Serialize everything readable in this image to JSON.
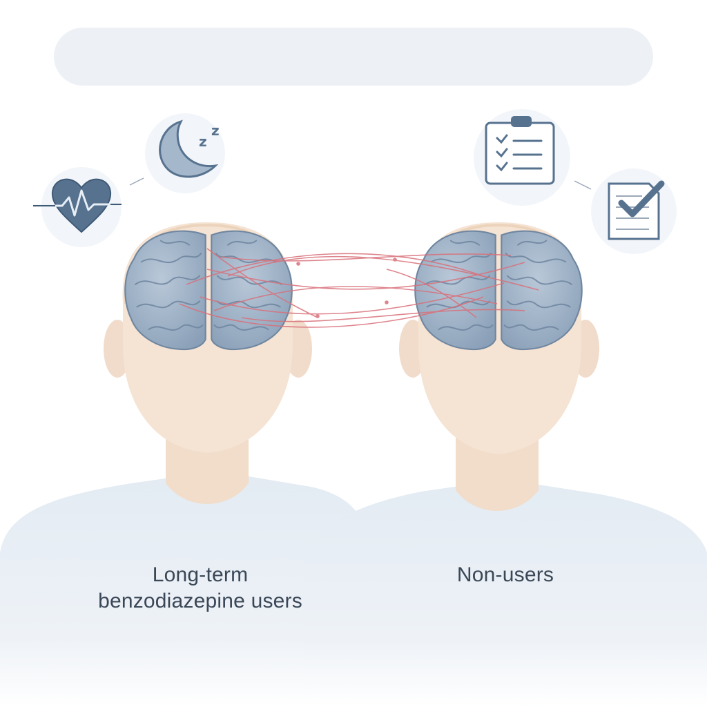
{
  "figure": {
    "title": "",
    "groups": [
      {
        "label_line1": "Long-term",
        "label_line2": "benzodiazepine users"
      },
      {
        "label": "Non-users"
      }
    ],
    "icons": {
      "left": [
        "heart-rate-icon",
        "sleep-moon-icon"
      ],
      "right": [
        "checklist-clipboard-icon",
        "checked-document-icon"
      ]
    },
    "colors": {
      "skin": "#f5e3d3",
      "shirt": "#e6edf4",
      "brain": "#9fb3c8",
      "brain_dark": "#6f86a0",
      "connection": "#d9707a",
      "icon": "#56728f",
      "title_bar": "#edf1f6"
    }
  }
}
